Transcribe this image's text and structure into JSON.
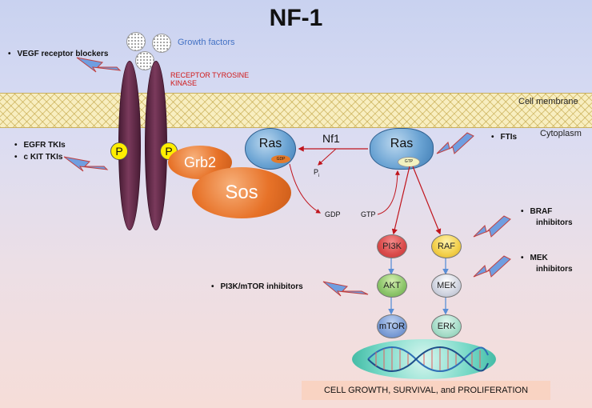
{
  "title": "NF-1",
  "growth_factors_label": "Growth factors",
  "receptor_label_line1": "RECEPTOR TYROSINE",
  "receptor_label_line2": "KINASE",
  "cell_membrane_label": "Cell membrane",
  "cytoplasm_label": "Cytoplasm",
  "inhibitors": {
    "vegf": "VEGF receptor  blockers",
    "egfr": "EGFR TKIs",
    "ckit": "c KIT TKIs",
    "ftis": "FTIs",
    "braf_line1": "BRAF",
    "braf_line2": "inhibitors",
    "mek_line1": "MEK",
    "mek_line2": "inhibitors",
    "pi3k_mtor": "PI3K/mTOR inhibitors"
  },
  "phospho_label": "P",
  "adaptors": {
    "grb2": "Grb2",
    "sos": "Sos"
  },
  "ras_inactive": {
    "label": "Ras",
    "badge": "GDP"
  },
  "ras_active": {
    "label": "Ras",
    "badge": "GTP"
  },
  "nf1_label": "Nf1",
  "pi_label": "P",
  "pi_sub": "i",
  "gdp_label": "GDP",
  "gtp_label": "GTP",
  "pathway_left": [
    "PI3K",
    "AKT",
    "mTOR"
  ],
  "pathway_right": [
    "RAF",
    "MEK",
    "ERK"
  ],
  "outcome": "CELL GROWTH, SURVIVAL, and PROLIFERATION",
  "colors": {
    "membrane": "#f8eec0",
    "receptor": "#5a2442",
    "arrow_red": "#c0141c",
    "arrow_blue": "#5a8fd6",
    "bolt_fill": "#6f9ee0",
    "bolt_stroke": "#c04040"
  }
}
